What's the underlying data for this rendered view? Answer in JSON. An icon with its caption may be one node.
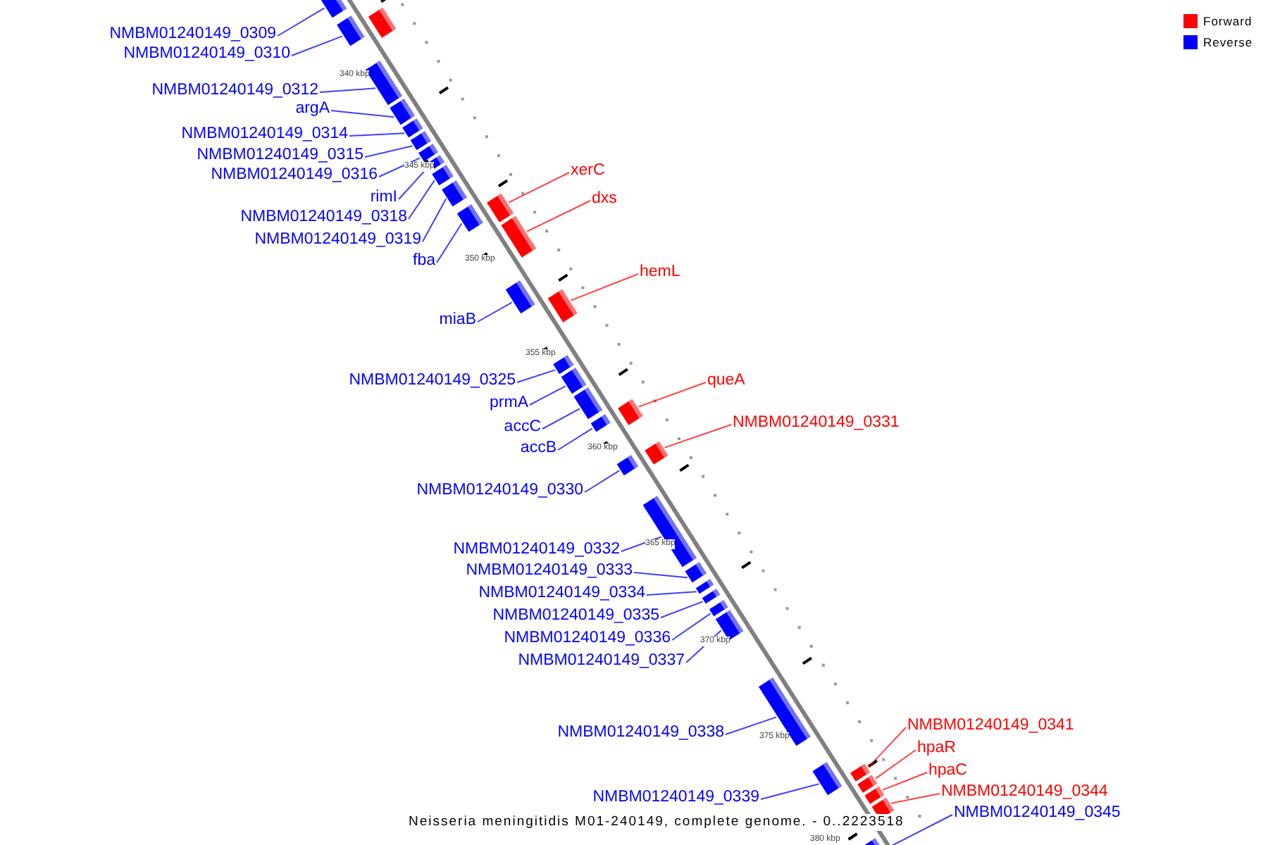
{
  "diagram": {
    "caption": "Neisseria meningitidis M01-240149, complete genome. - 0..2223518",
    "nodes": [
      {
        "text": [
          "NMBM01240149_0309"
        ]
      },
      {
        "text": [],
        "shape": "box"
      },
      {
        "text": [
          "NMBM01240149_0310"
        ]
      },
      {
        "text": [],
        "shape": "box"
      },
      {
        "text": [],
        "shape": "box"
      },
      {
        "text": [
          "NMBM01240149_0312"
        ]
      },
      {
        "text": [],
        "shape": "box"
      },
      {
        "text": [
          "argA"
        ]
      },
      {
        "text": [],
        "shape": "box"
      },
      {
        "text": [
          "NMBM01240149_0314"
        ]
      },
      {
        "text": [],
        "shape": "box"
      },
      {
        "text": [
          "NMBM01240149_0315"
        ]
      },
      {
        "text": [],
        "shape": "box"
      },
      {
        "text": [
          "NMBM01240149_0316"
        ]
      },
      {
        "text": [],
        "shape": "box"
      },
      {
        "text": [
          "xerC"
        ]
      },
      {
        "text": [],
        "shape": "box"
      },
      {
        "text": [
          "rimI"
        ]
      },
      {
        "text": [],
        "shape": "box"
      },
      {
        "text": [
          "dxs"
        ]
      },
      {
        "text": [],
        "shape": "box"
      },
      {
        "text": [
          "NMBM01240149_0318"
        ]
      },
      {
        "text": [],
        "shape": "box"
      },
      {
        "text": [
          "NMBM01240149_0319"
        ]
      },
      {
        "text": [],
        "shape": "box"
      },
      {
        "text": [
          "fba"
        ]
      },
      {
        "text": [],
        "shape": "box"
      },
      {
        "text": [
          "hemL"
        ]
      },
      {
        "text": [],
        "shape": "box"
      },
      {
        "text": [
          "miaB"
        ]
      },
      {
        "text": [],
        "shape": "box"
      },
      {
        "text": [
          "queA"
        ]
      },
      {
        "text": [],
        "shape": "box"
      },
      {
        "text": [
          "NMBM01240149_0325"
        ]
      },
      {
        "text": [],
        "shape": "box"
      },
      {
        "text": [
          "prmA"
        ]
      },
      {
        "text": [],
        "shape": "box"
      },
      {
        "text": [
          "NMBM01240149_0331"
        ]
      },
      {
        "text": [],
        "shape": "box"
      },
      {
        "text": [
          "accC"
        ]
      },
      {
        "text": [],
        "shape": "box"
      },
      {
        "text": [
          "accB"
        ]
      },
      {
        "text": [],
        "shape": "box"
      },
      {
        "text": [
          "NMBM01240149_0330"
        ]
      },
      {
        "text": [],
        "shape": "box"
      },
      {
        "text": [
          "NMBM01240149_0332"
        ]
      },
      {
        "text": [],
        "shape": "box"
      },
      {
        "text": [
          "NMBM01240149_0333"
        ]
      },
      {
        "text": [],
        "shape": "box"
      },
      {
        "text": [
          "NMBM01240149_0334"
        ]
      },
      {
        "text": [],
        "shape": "box"
      },
      {
        "text": [
          "NMBM01240149_0335"
        ]
      },
      {
        "text": [],
        "shape": "box"
      },
      {
        "text": [
          "NMBM01240149_0336"
        ]
      },
      {
        "text": [],
        "shape": "box"
      },
      {
        "text": [
          "NMBM01240149_0337"
        ]
      },
      {
        "text": [],
        "shape": "box"
      },
      {
        "text": [
          "NMBM01240149_0338"
        ]
      },
      {
        "text": [],
        "shape": "box"
      },
      {
        "text": [
          "NMBM01240149_0341"
        ]
      },
      {
        "text": [],
        "shape": "box"
      },
      {
        "text": [
          "hpaR"
        ]
      },
      {
        "text": [],
        "shape": "box"
      },
      {
        "text": [
          "hpaC"
        ]
      },
      {
        "text": [],
        "shape": "box"
      },
      {
        "text": [
          "NMBM01240149_0339"
        ]
      },
      {
        "text": [],
        "shape": "box"
      },
      {
        "text": [
          "NMBM01240149_0344"
        ]
      },
      {
        "text": [],
        "shape": "box"
      },
      {
        "text": [
          "NMBM01240149_0345"
        ]
      },
      {
        "text": [],
        "shape": "box"
      }
    ],
    "edges": [
      {
        "from": 0,
        "to": 1,
        "arrow": "none"
      },
      {
        "from": 2,
        "to": 3,
        "arrow": "none"
      },
      {
        "from": 5,
        "to": 6,
        "arrow": "none"
      },
      {
        "from": 7,
        "to": 8,
        "arrow": "none"
      },
      {
        "from": 9,
        "to": 10,
        "arrow": "none"
      },
      {
        "from": 11,
        "to": 12,
        "arrow": "none"
      },
      {
        "from": 13,
        "to": 14,
        "arrow": "none"
      },
      {
        "from": 15,
        "to": 16,
        "arrow": "none",
        "color": "#ff0000"
      },
      {
        "from": 17,
        "to": 18,
        "arrow": "none"
      },
      {
        "from": 19,
        "to": 20,
        "arrow": "none",
        "color": "#ff0000"
      },
      {
        "from": 21,
        "to": 22,
        "arrow": "none"
      },
      {
        "from": 23,
        "to": 24,
        "arrow": "none"
      },
      {
        "from": 25,
        "to": 26,
        "arrow": "none"
      },
      {
        "from": 27,
        "to": 28,
        "arrow": "none",
        "color": "#ff0000"
      },
      {
        "from": 29,
        "to": 30,
        "arrow": "none"
      },
      {
        "from": 31,
        "to": 32,
        "arrow": "none",
        "color": "#ff0000"
      },
      {
        "from": 33,
        "to": 34,
        "arrow": "none"
      },
      {
        "from": 35,
        "to": 36,
        "arrow": "none"
      },
      {
        "from": 37,
        "to": 38,
        "arrow": "none",
        "color": "#ff0000"
      },
      {
        "from": 39,
        "to": 40,
        "arrow": "none"
      },
      {
        "from": 41,
        "to": 42,
        "arrow": "none"
      },
      {
        "from": 43,
        "to": 44,
        "arrow": "none"
      },
      {
        "from": 45,
        "to": 46,
        "arrow": "none"
      },
      {
        "from": 47,
        "to": 48,
        "arrow": "none"
      },
      {
        "from": 49,
        "to": 50,
        "arrow": "none"
      },
      {
        "from": 51,
        "to": 52,
        "arrow": "none"
      },
      {
        "from": 53,
        "to": 54,
        "arrow": "none"
      },
      {
        "from": 55,
        "to": 56,
        "arrow": "none"
      },
      {
        "from": 57,
        "to": 58,
        "arrow": "none"
      },
      {
        "from": 59,
        "to": 60,
        "arrow": "none",
        "color": "#ff0000"
      },
      {
        "from": 61,
        "to": 62,
        "arrow": "none",
        "color": "#ff0000"
      },
      {
        "from": 63,
        "to": 64,
        "arrow": "none",
        "color": "#ff0000"
      },
      {
        "from": 65,
        "to": 66,
        "arrow": "none"
      },
      {
        "from": 67,
        "to": 68,
        "arrow": "none",
        "color": "#ff0000"
      },
      {
        "from": 69,
        "to": 70,
        "arrow": "none"
      }
    ],
    "labels": [
      "340 kbp",
      "345 kbp",
      "350 kbp",
      "355 kbp",
      "360 kbp",
      "365 kbp",
      "370 kbp",
      "375 kbp",
      "380 kbp"
    ],
    "legend": [
      {
        "text": "Forward",
        "color": "#ff0000"
      },
      {
        "text": "Reverse",
        "color": "#0000ff"
      }
    ]
  }
}
